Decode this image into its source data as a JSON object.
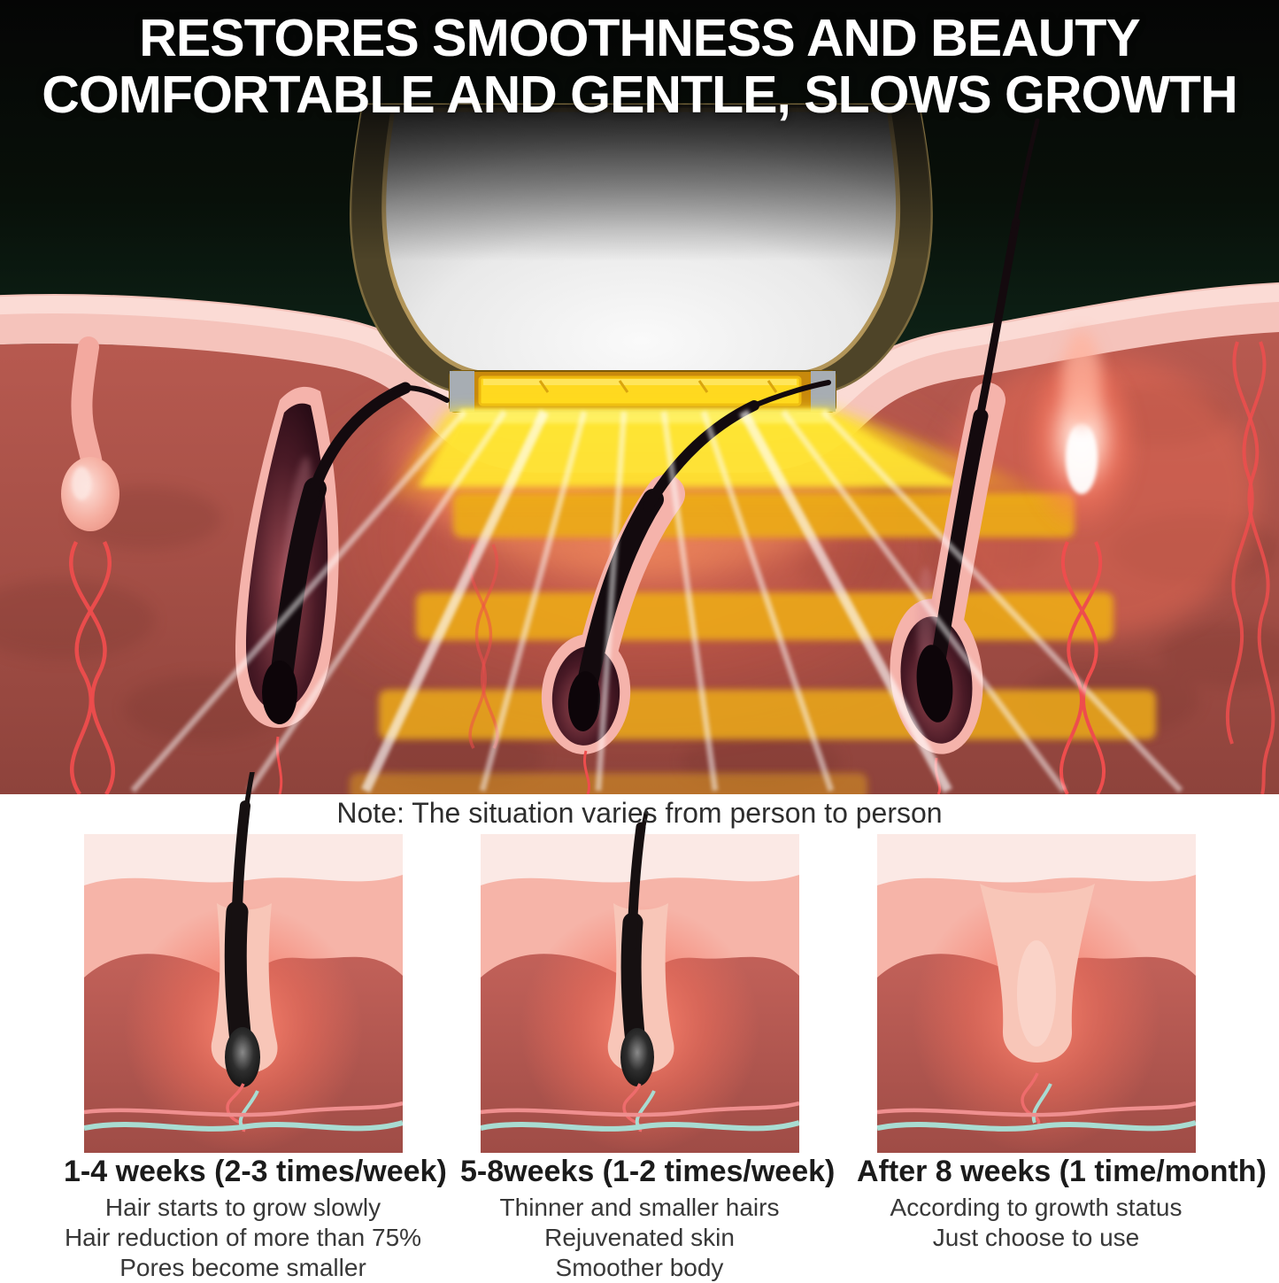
{
  "header": {
    "title_line1": "RESTORES SMOOTHNESS AND BEAUTY",
    "title_line2": "COMFORTABLE AND GENTLE, SLOWS GROWTH"
  },
  "note": "Note: The situation varies from person to person",
  "stages": [
    {
      "title": "1-4 weeks (2-3 times/week)",
      "lines": [
        "Hair starts to grow slowly",
        "Hair reduction of more than 75%",
        "Pores become smaller"
      ]
    },
    {
      "title": "5-8weeks (1-2 times/week)",
      "lines": [
        "Thinner and smaller hairs",
        "Rejuvenated skin",
        "Smoother body"
      ]
    },
    {
      "title": "After 8 weeks (1 time/month)",
      "lines": [
        "According to growth status",
        "Just choose to use"
      ]
    }
  ],
  "colors": {
    "title_text": "#ffffff",
    "background_dark": "#060606",
    "background_green": "#143124",
    "device_silver": "#e8e8e8",
    "device_olive_border": "#4e4428",
    "lamp_yellow": "#ffd91f",
    "stripe_gold": "#ecaa16",
    "skin_pink": "#f5c3bb",
    "dermis_red": "#b05349",
    "follicle_dark": "#2a0f18",
    "vessel_red": "#ee4d4d",
    "vessel_teal": "#a8dcd2",
    "note_text": "#2e2e2e",
    "caption_text": "#1b1b1b",
    "body_text": "#383838"
  }
}
